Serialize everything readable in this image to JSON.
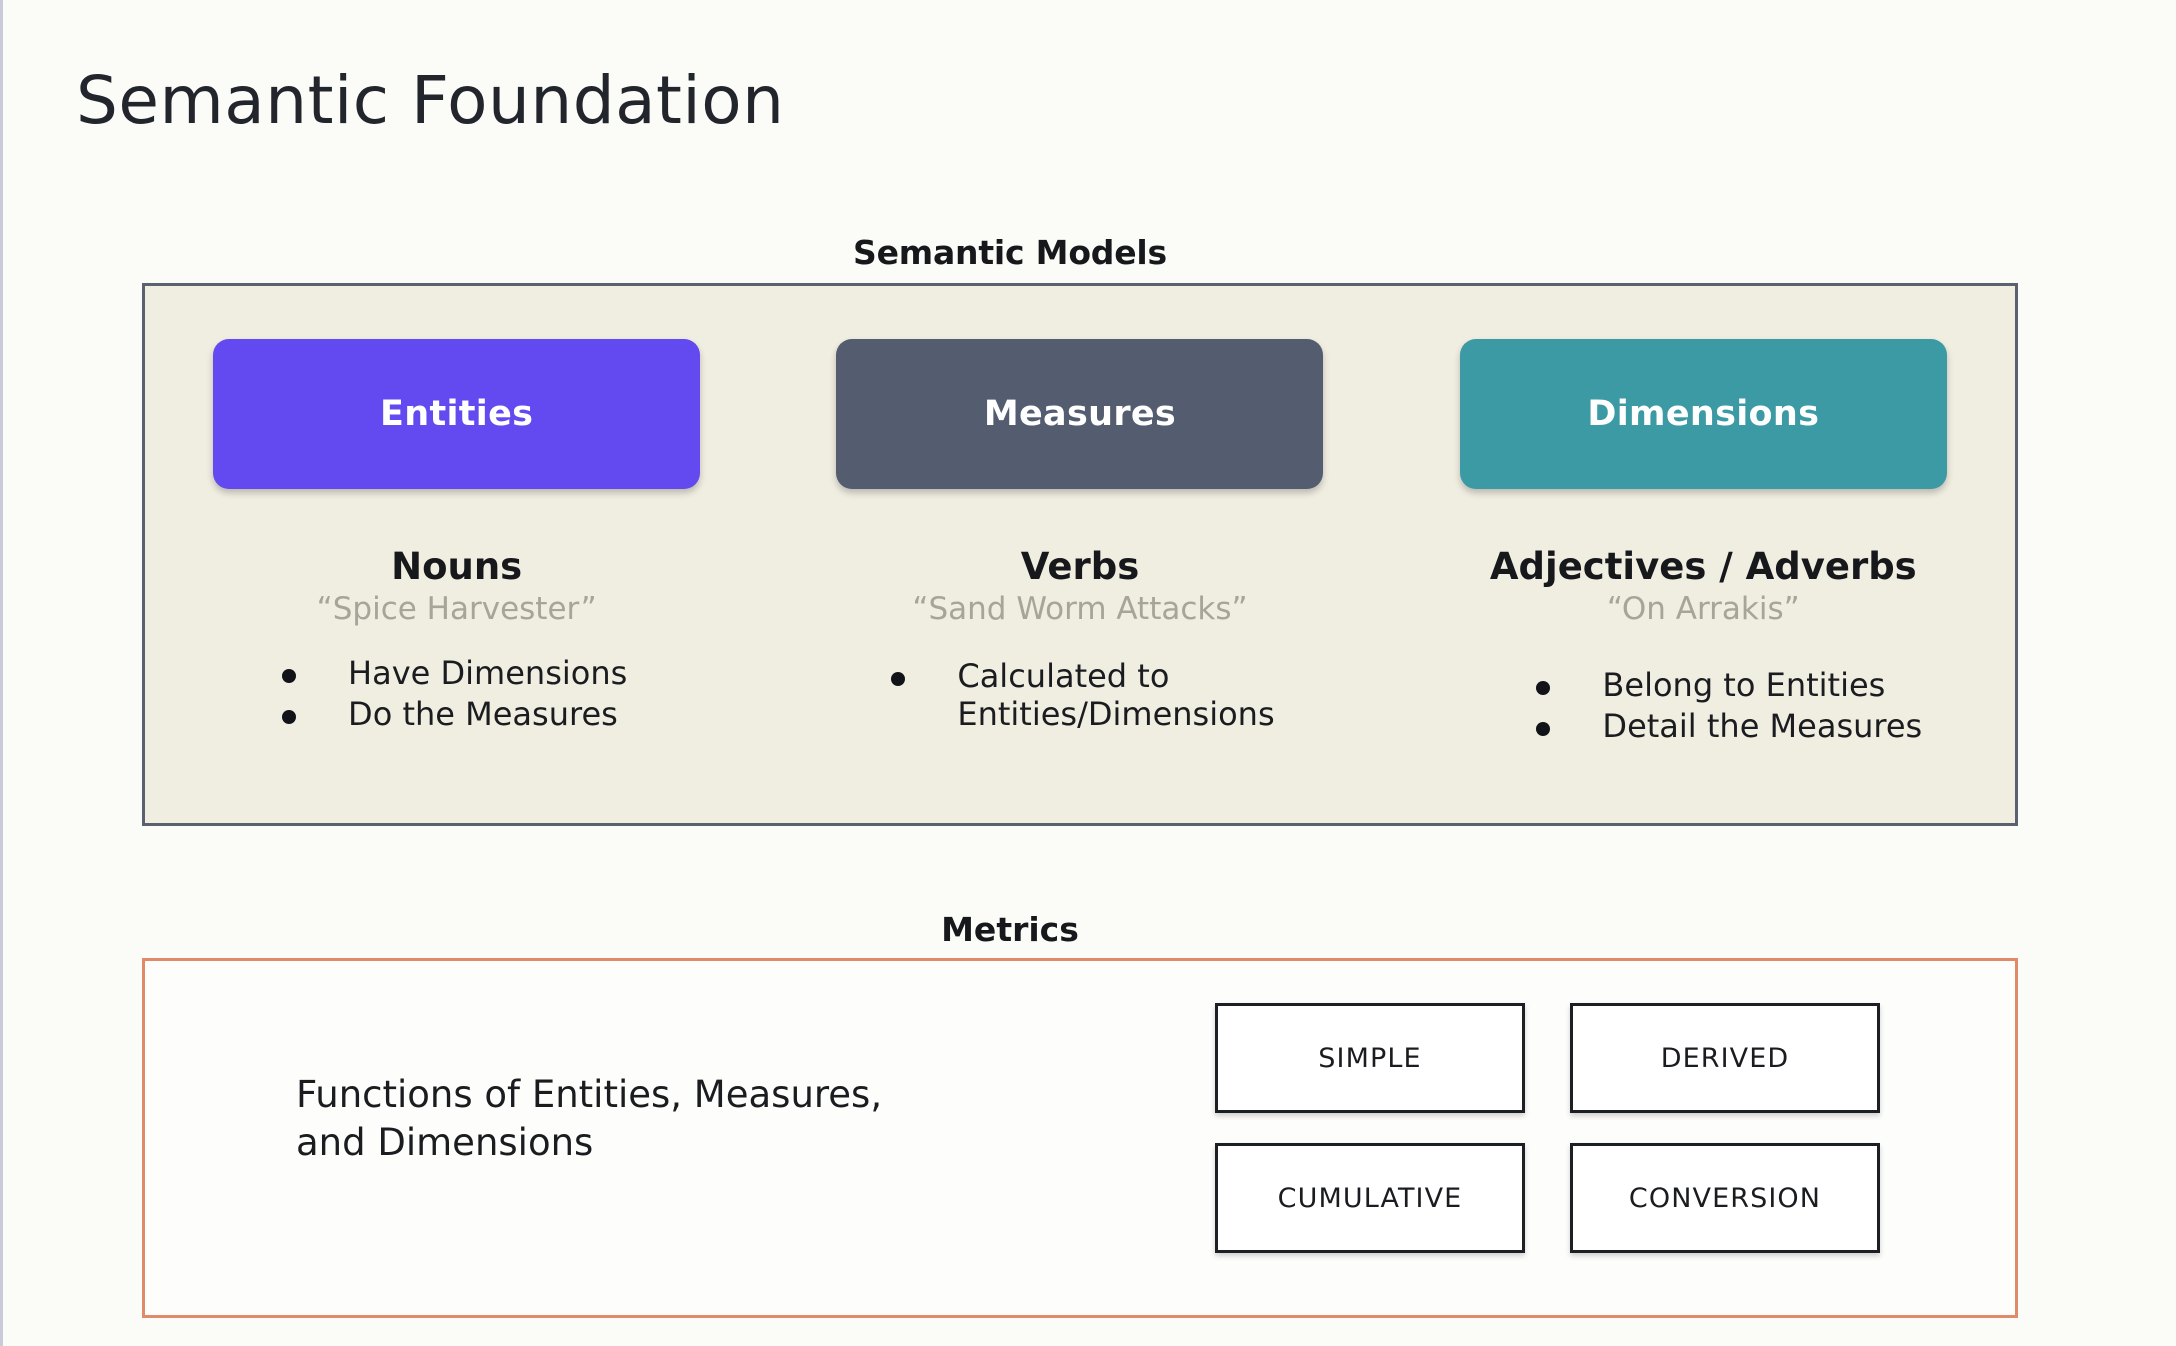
{
  "page_title": "Semantic Foundation",
  "colors": {
    "page_background": "#fbfbf8",
    "entities": "#6349f0",
    "measures": "#545d70",
    "dimensions": "#3c9aa5",
    "semantic_models_fill": "#f0ede1",
    "semantic_models_border": "#5a6270",
    "metrics_border": "#e08a6a",
    "metrics_fill": "#fdfdfb",
    "example_text": "#a7a49a"
  },
  "semantic_models": {
    "heading": "Semantic Models",
    "columns": [
      {
        "chip_label": "Entities",
        "part_of_speech": "Nouns",
        "example": "“Spice Harvester”",
        "bullets": [
          "Have Dimensions",
          "Do the Measures"
        ]
      },
      {
        "chip_label": "Measures",
        "part_of_speech": "Verbs",
        "example": "“Sand Worm Attacks”",
        "bullets": [
          "Calculated to\nEntities/Dimensions"
        ]
      },
      {
        "chip_label": "Dimensions",
        "part_of_speech": "Adjectives / Adverbs",
        "example": "“On Arrakis”",
        "bullets": [
          "Belong to Entities",
          "Detail the Measures"
        ]
      }
    ]
  },
  "metrics": {
    "heading": "Metrics",
    "description": "Functions of Entities, Measures,\nand Dimensions",
    "types": [
      "SIMPLE",
      "DERIVED",
      "CUMULATIVE",
      "CONVERSION"
    ]
  }
}
